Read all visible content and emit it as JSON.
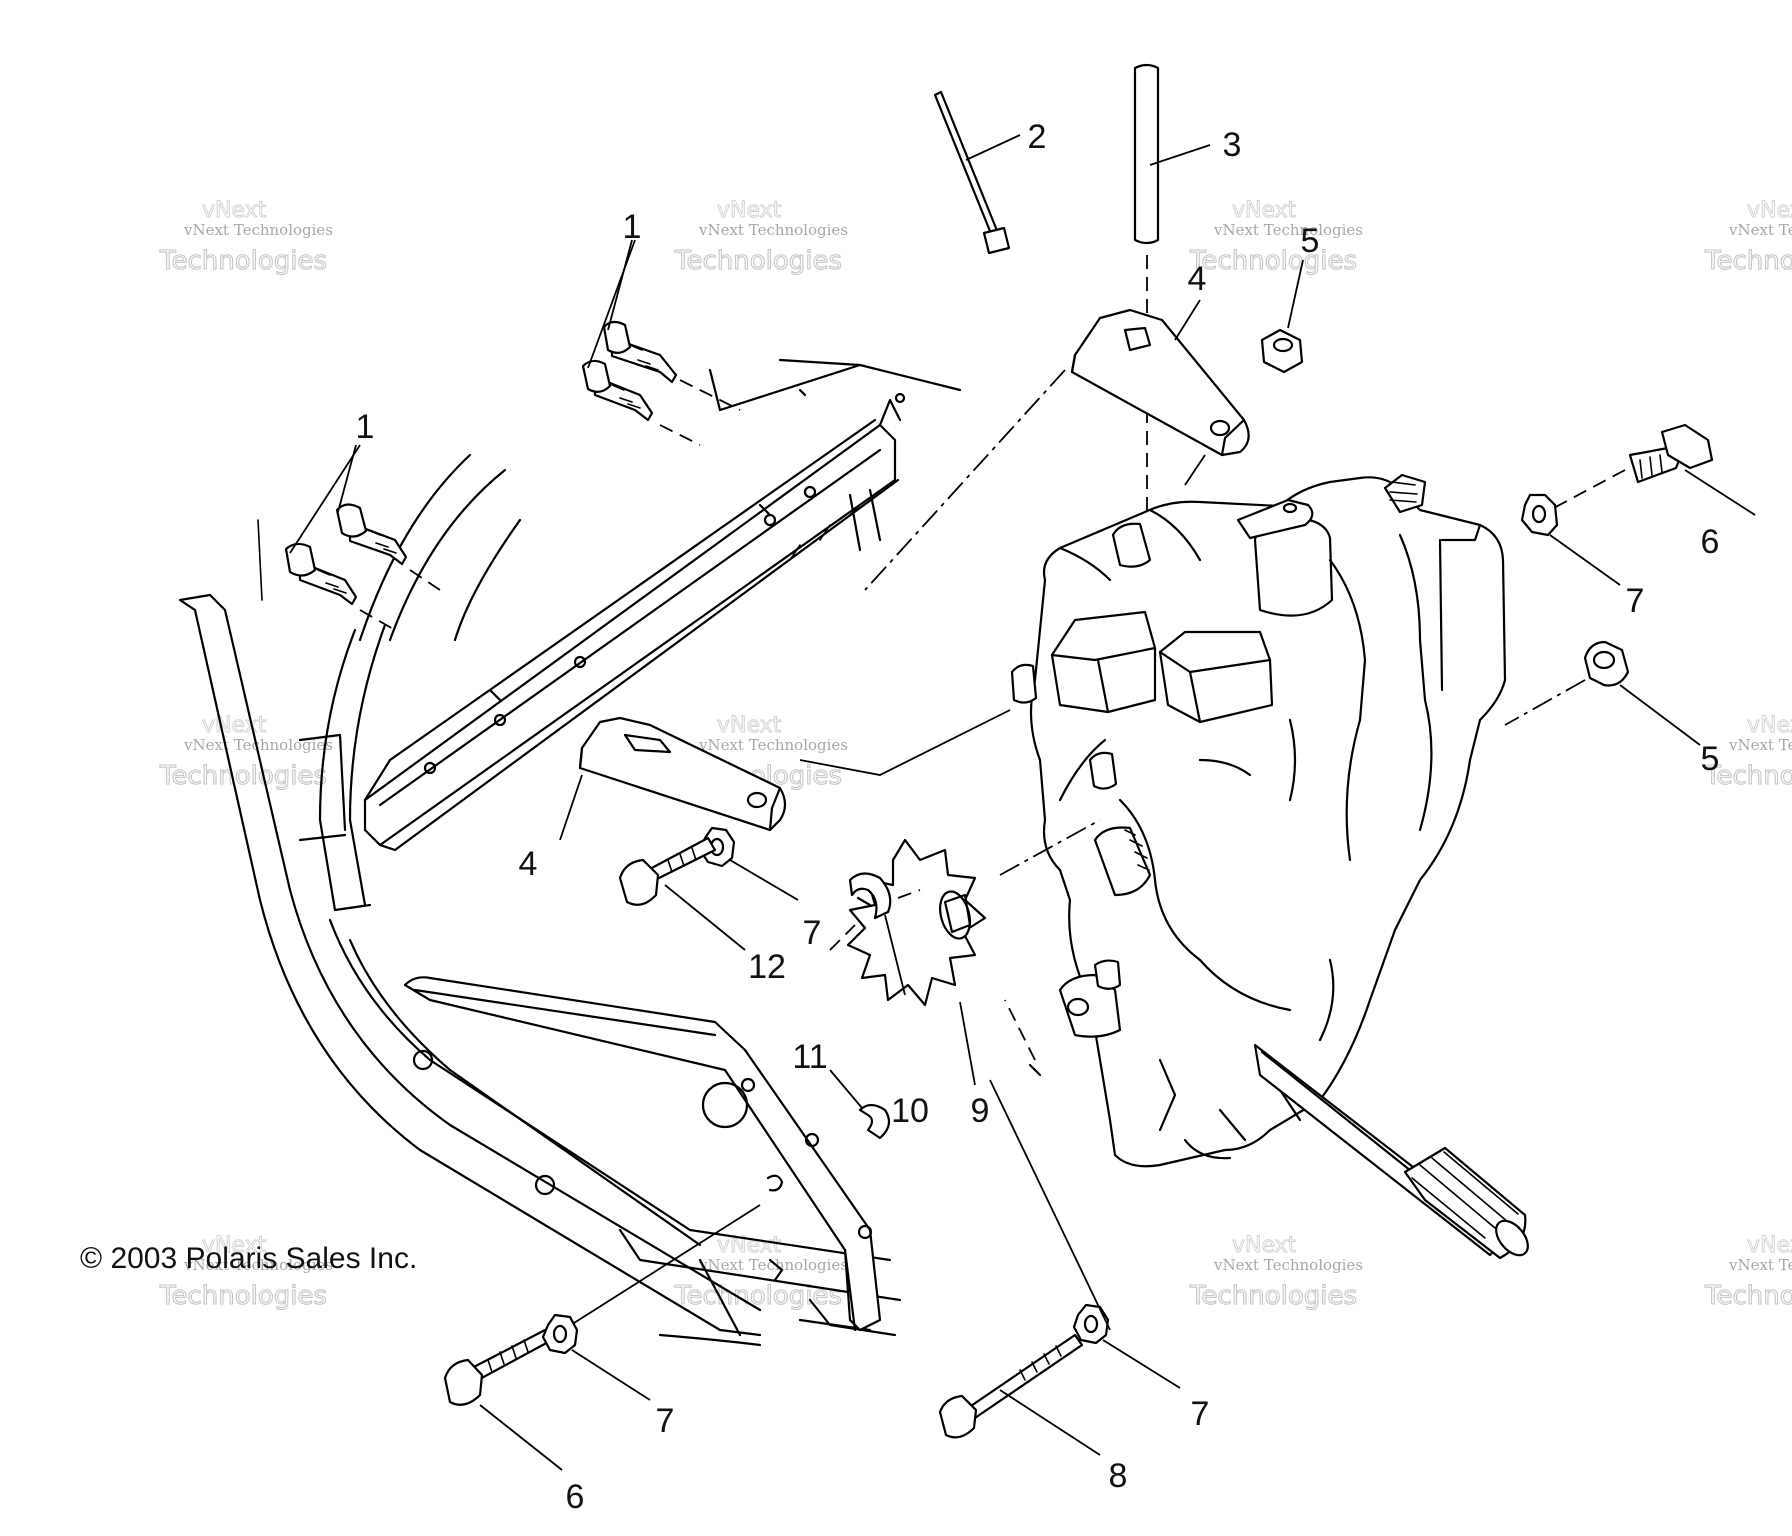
{
  "callouts": [
    {
      "id": "c1a",
      "label": "1"
    },
    {
      "id": "c1b",
      "label": "1"
    },
    {
      "id": "c2",
      "label": "2"
    },
    {
      "id": "c3",
      "label": "3"
    },
    {
      "id": "c4a",
      "label": "4"
    },
    {
      "id": "c4b",
      "label": "4"
    },
    {
      "id": "c5a",
      "label": "5"
    },
    {
      "id": "c5b",
      "label": "5"
    },
    {
      "id": "c6a",
      "label": "6"
    },
    {
      "id": "c6b",
      "label": "6"
    },
    {
      "id": "c7a",
      "label": "7"
    },
    {
      "id": "c7b",
      "label": "7"
    },
    {
      "id": "c7c",
      "label": "7"
    },
    {
      "id": "c7d",
      "label": "7"
    },
    {
      "id": "c8",
      "label": "8"
    },
    {
      "id": "c9",
      "label": "9"
    },
    {
      "id": "c10",
      "label": "10"
    },
    {
      "id": "c11",
      "label": "11"
    },
    {
      "id": "c12",
      "label": "12"
    }
  ],
  "copyright": "© 2003 Polaris Sales Inc.",
  "watermark": {
    "line1": "vNext Technologies",
    "line2": "vNext",
    "line3": "Technologies"
  }
}
